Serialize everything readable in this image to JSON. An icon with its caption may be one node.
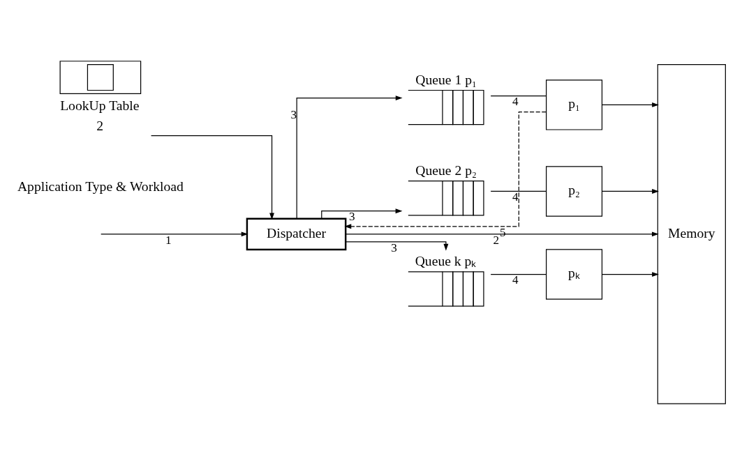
{
  "diagram": {
    "nodes": [
      {
        "text": [
          "Dispatcher"
        ]
      },
      {
        "text": [
          "LookUp Table"
        ],
        "beside": [
          "2"
        ]
      },
      {
        "text": [
          "Queue 1 p₁"
        ]
      },
      {
        "text": [
          "p₁"
        ]
      },
      {
        "text": [
          "Queue 2 p₂"
        ]
      },
      {
        "text": [
          "p₂"
        ]
      },
      {
        "text": [
          "Queue k pₖ"
        ]
      },
      {
        "text": [
          "pₖ"
        ]
      },
      {
        "text": [
          "Memory"
        ]
      }
    ],
    "edges": [
      {
        "from": null,
        "to": 0,
        "arrow": "to",
        "label": "1"
      },
      {
        "from": 1,
        "to": 0,
        "arrow": "to"
      },
      {
        "from": 0,
        "to": 2,
        "arrow": "to",
        "label": "3"
      },
      {
        "from": 0,
        "to": 4,
        "arrow": "to",
        "label": "3"
      },
      {
        "from": 0,
        "to": 6,
        "arrow": "to",
        "label": "3"
      },
      {
        "from": 2,
        "to": 3,
        "arrow": "none",
        "label": "4"
      },
      {
        "from": 4,
        "to": 5,
        "arrow": "none",
        "label": "4"
      },
      {
        "from": 6,
        "to": 7,
        "arrow": "none",
        "label": "4"
      },
      {
        "from": 3,
        "to": 8,
        "arrow": "to"
      },
      {
        "from": 5,
        "to": 8,
        "arrow": "to"
      },
      {
        "from": 7,
        "to": 8,
        "arrow": "to"
      },
      {
        "from": 0,
        "to": 8,
        "arrow": "to",
        "label": "2"
      },
      {
        "from": 3,
        "to": 0,
        "arrow": "to",
        "style": "dashed",
        "label": "5"
      }
    ],
    "labels": [
      "Application Type & Workload"
    ]
  }
}
